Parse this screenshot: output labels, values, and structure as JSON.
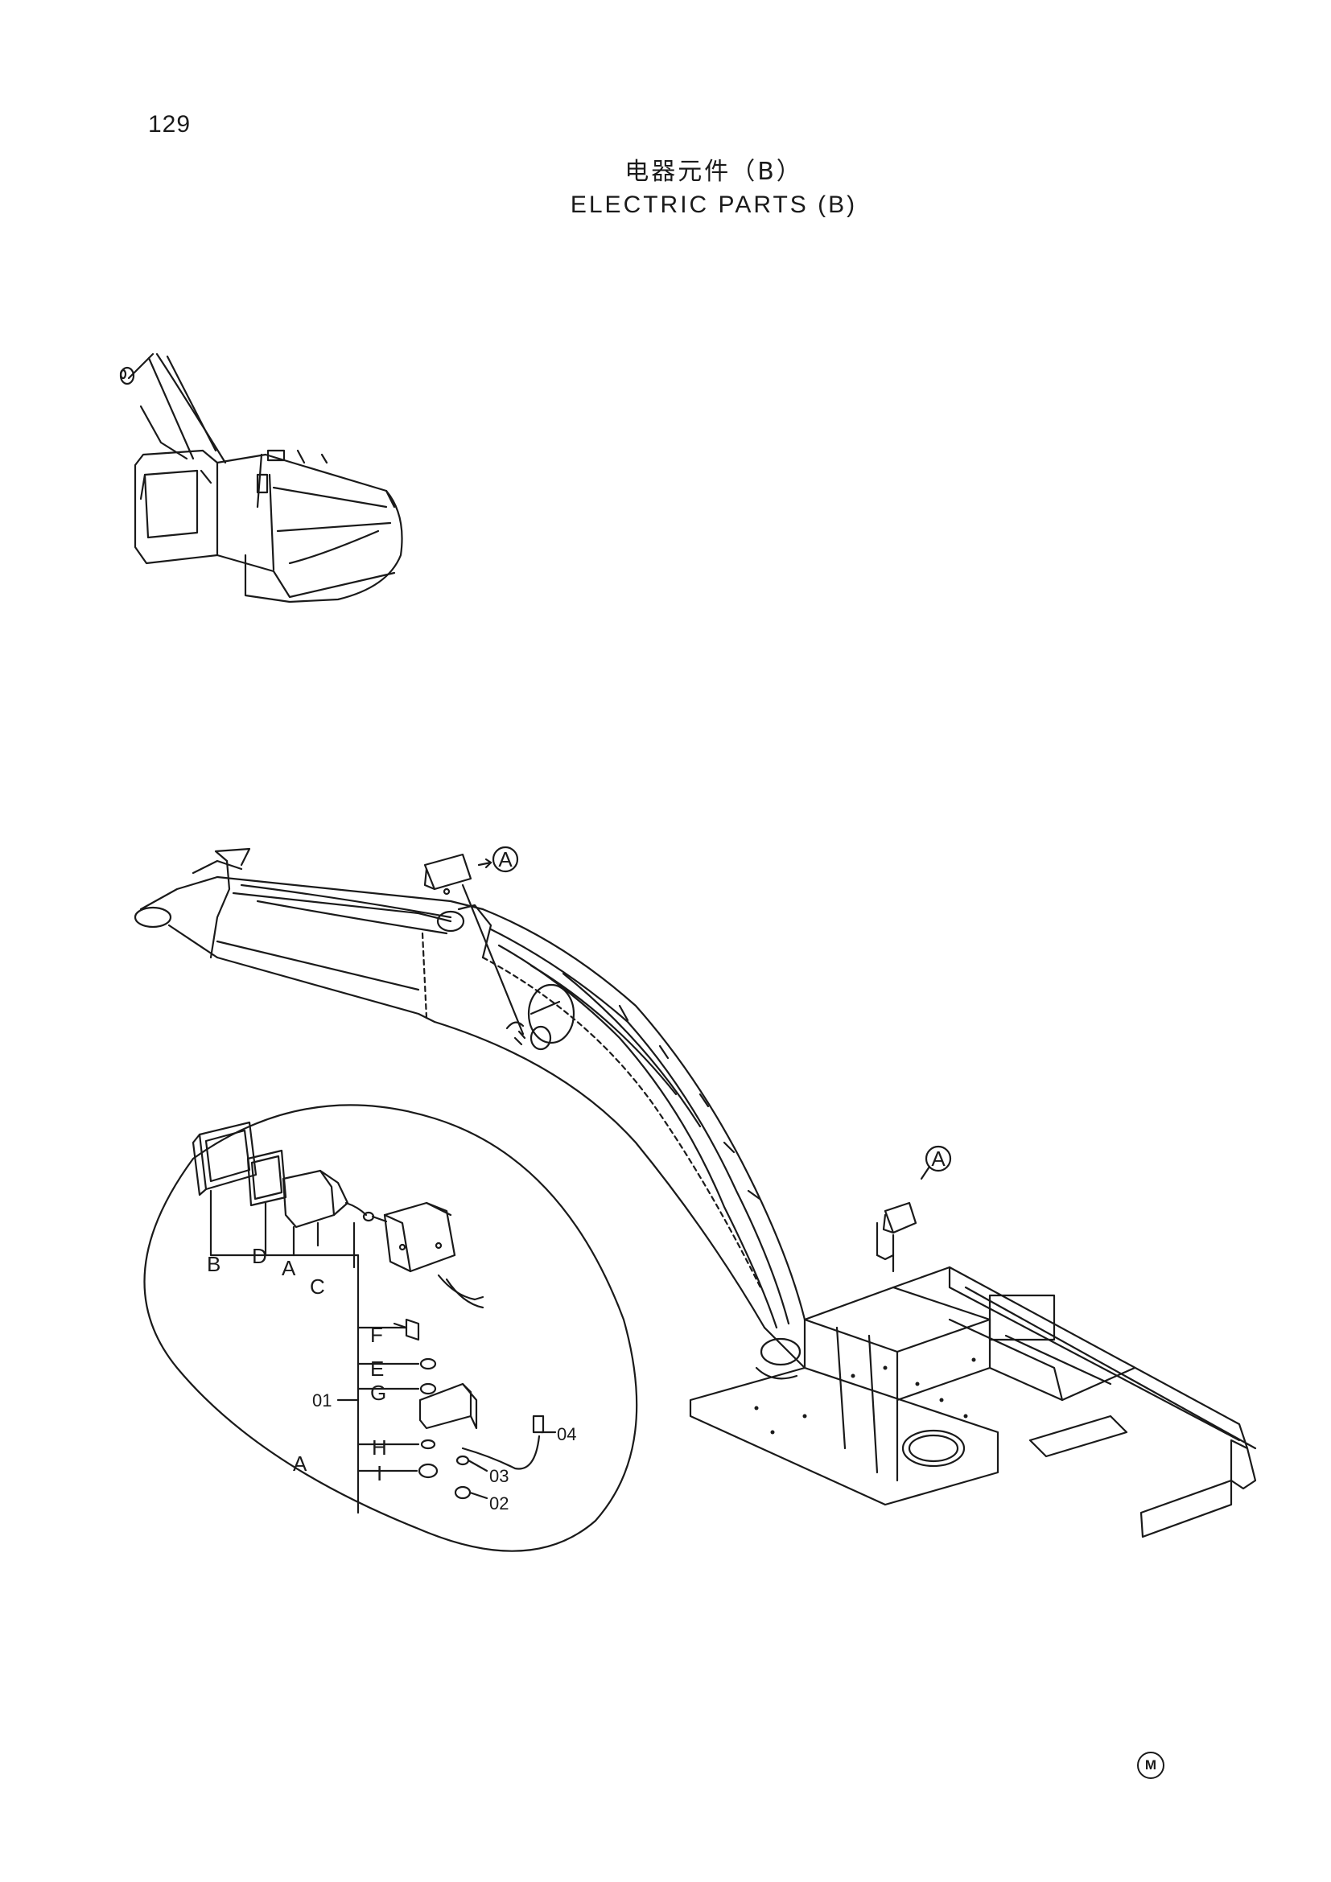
{
  "page_number": "129",
  "title_cn": "电器元件（B）",
  "title_en": "ELECTRIC PARTS (B)",
  "mark": "M",
  "callouts": {
    "view_a_top": "A",
    "view_a_right": "A",
    "view_a_detail": "A"
  },
  "part_labels": {
    "B": "B",
    "D": "D",
    "A": "A",
    "C": "C",
    "F": "F",
    "E": "E",
    "G": "G",
    "H": "H",
    "I": "I",
    "p01": "01",
    "p02": "02",
    "p03": "03",
    "p04": "04"
  }
}
